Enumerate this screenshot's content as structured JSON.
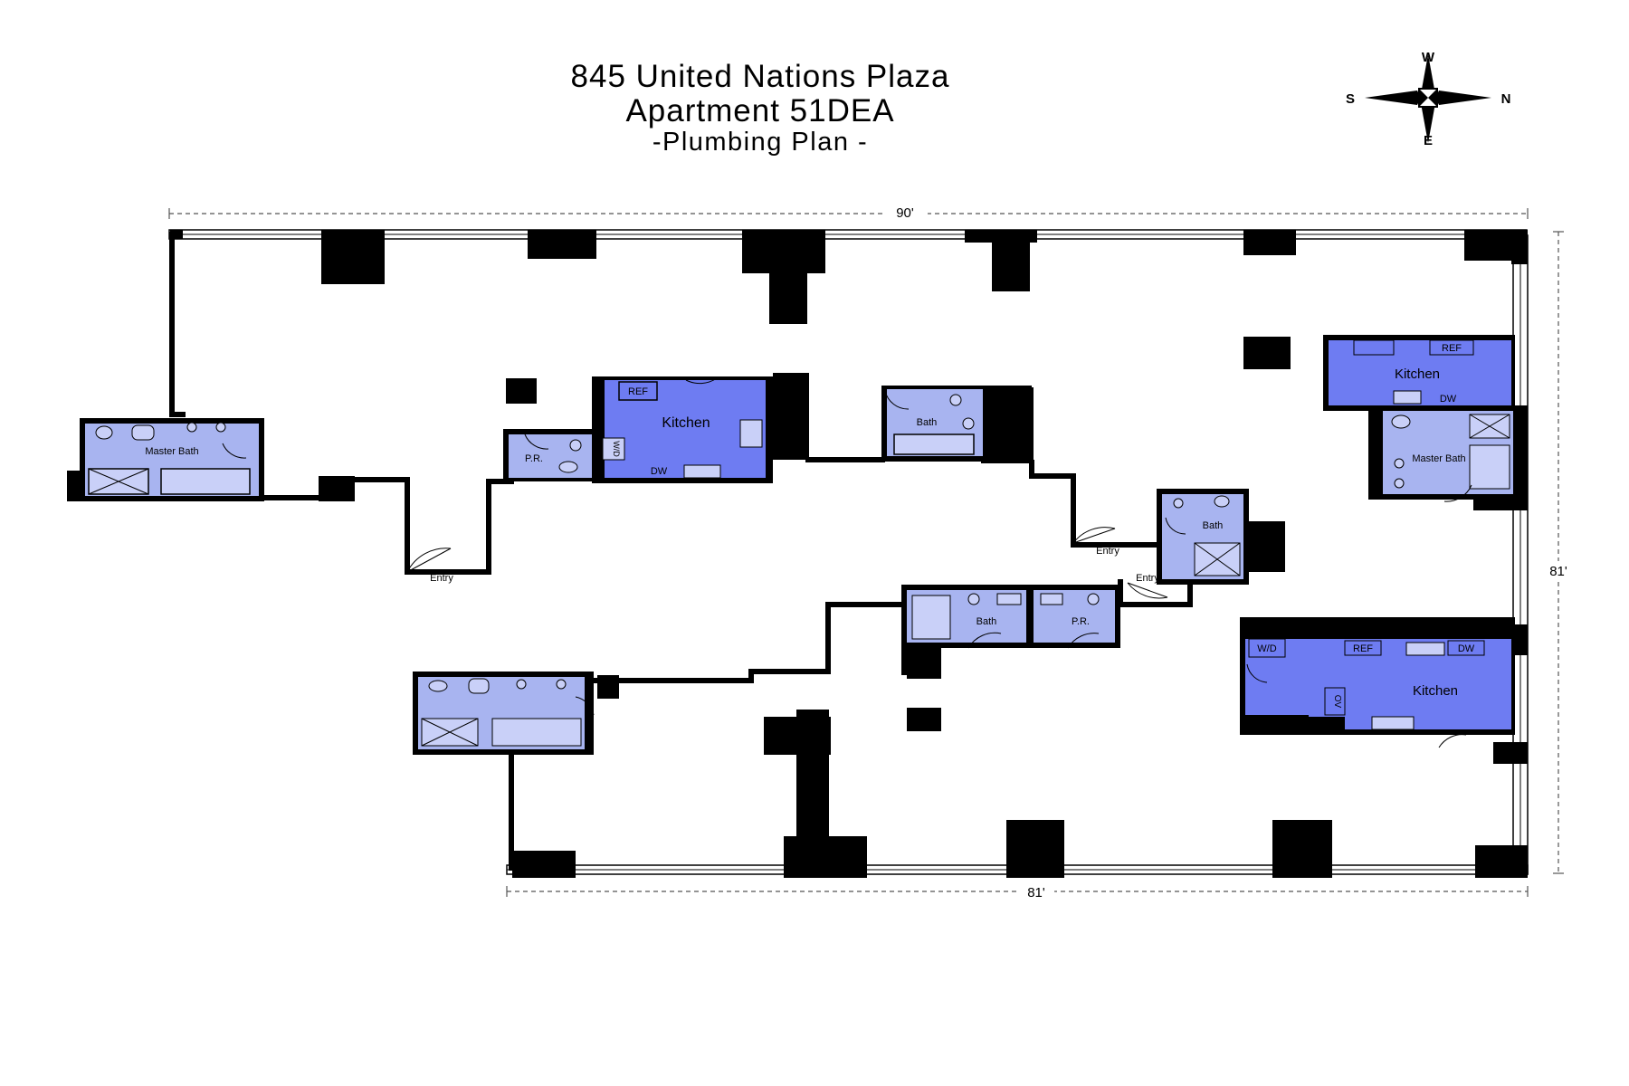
{
  "title": {
    "line1": "845 United Nations Plaza",
    "line2": "Apartment 51DEA",
    "line3": "-Plumbing Plan -"
  },
  "compass": {
    "top": "W",
    "left": "S",
    "right": "N",
    "bottom": "E"
  },
  "dimensions": {
    "top": "90'",
    "right": "81'",
    "bottom": "81'"
  },
  "rooms": {
    "master_bath_west": "Master Bath",
    "kitchen_1": "Kitchen",
    "kitchen_1_ref": "REF",
    "kitchen_1_dw": "DW",
    "kitchen_1_wd": "W/D",
    "pr_1": "P.R.",
    "bath_center": "Bath",
    "kitchen_ne": "Kitchen",
    "kitchen_ne_ref": "REF",
    "kitchen_ne_dw": "DW",
    "master_bath_east": "Master Bath",
    "bath_east_small": "Bath",
    "bath_south": "Bath",
    "pr_2": "P.R.",
    "kitchen_se": "Kitchen",
    "kitchen_se_wd": "W/D",
    "kitchen_se_ref": "REF",
    "kitchen_se_dw": "DW",
    "kitchen_se_ov": "OV"
  },
  "entries": {
    "entry_1": "Entry",
    "entry_2": "Entry",
    "entry_3": "Entry"
  },
  "colors": {
    "wall": "#000000",
    "bath": "#a8b4f0",
    "kitchen": "#6e7cf2",
    "fixture": "#c9d0f8"
  }
}
